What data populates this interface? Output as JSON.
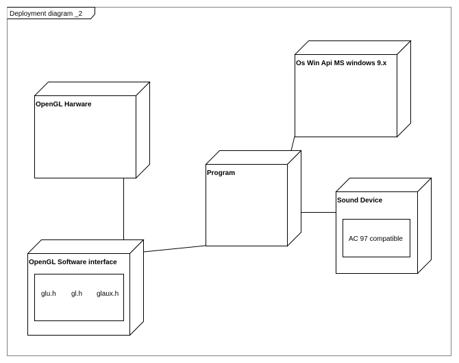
{
  "frame": {
    "title": "Deployment diagram _2"
  },
  "nodes": [
    {
      "id": "opengl-hardware",
      "title": "OpenGL Harware"
    },
    {
      "id": "os-winapi",
      "title": "Os Win Api MS windows 9.x"
    },
    {
      "id": "program",
      "title": "Program"
    },
    {
      "id": "sound-device",
      "title": "Sound Device",
      "components": [
        "AC 97 compatible"
      ]
    },
    {
      "id": "opengl-software",
      "title": "OpenGL Software interface",
      "components": [
        "glu.h",
        "gl.h",
        "glaux.h"
      ]
    }
  ],
  "links": [
    {
      "from": "opengl-hardware",
      "to": "opengl-software"
    },
    {
      "from": "opengl-software",
      "to": "program"
    },
    {
      "from": "program",
      "to": "os-winapi"
    },
    {
      "from": "program",
      "to": "sound-device"
    }
  ]
}
